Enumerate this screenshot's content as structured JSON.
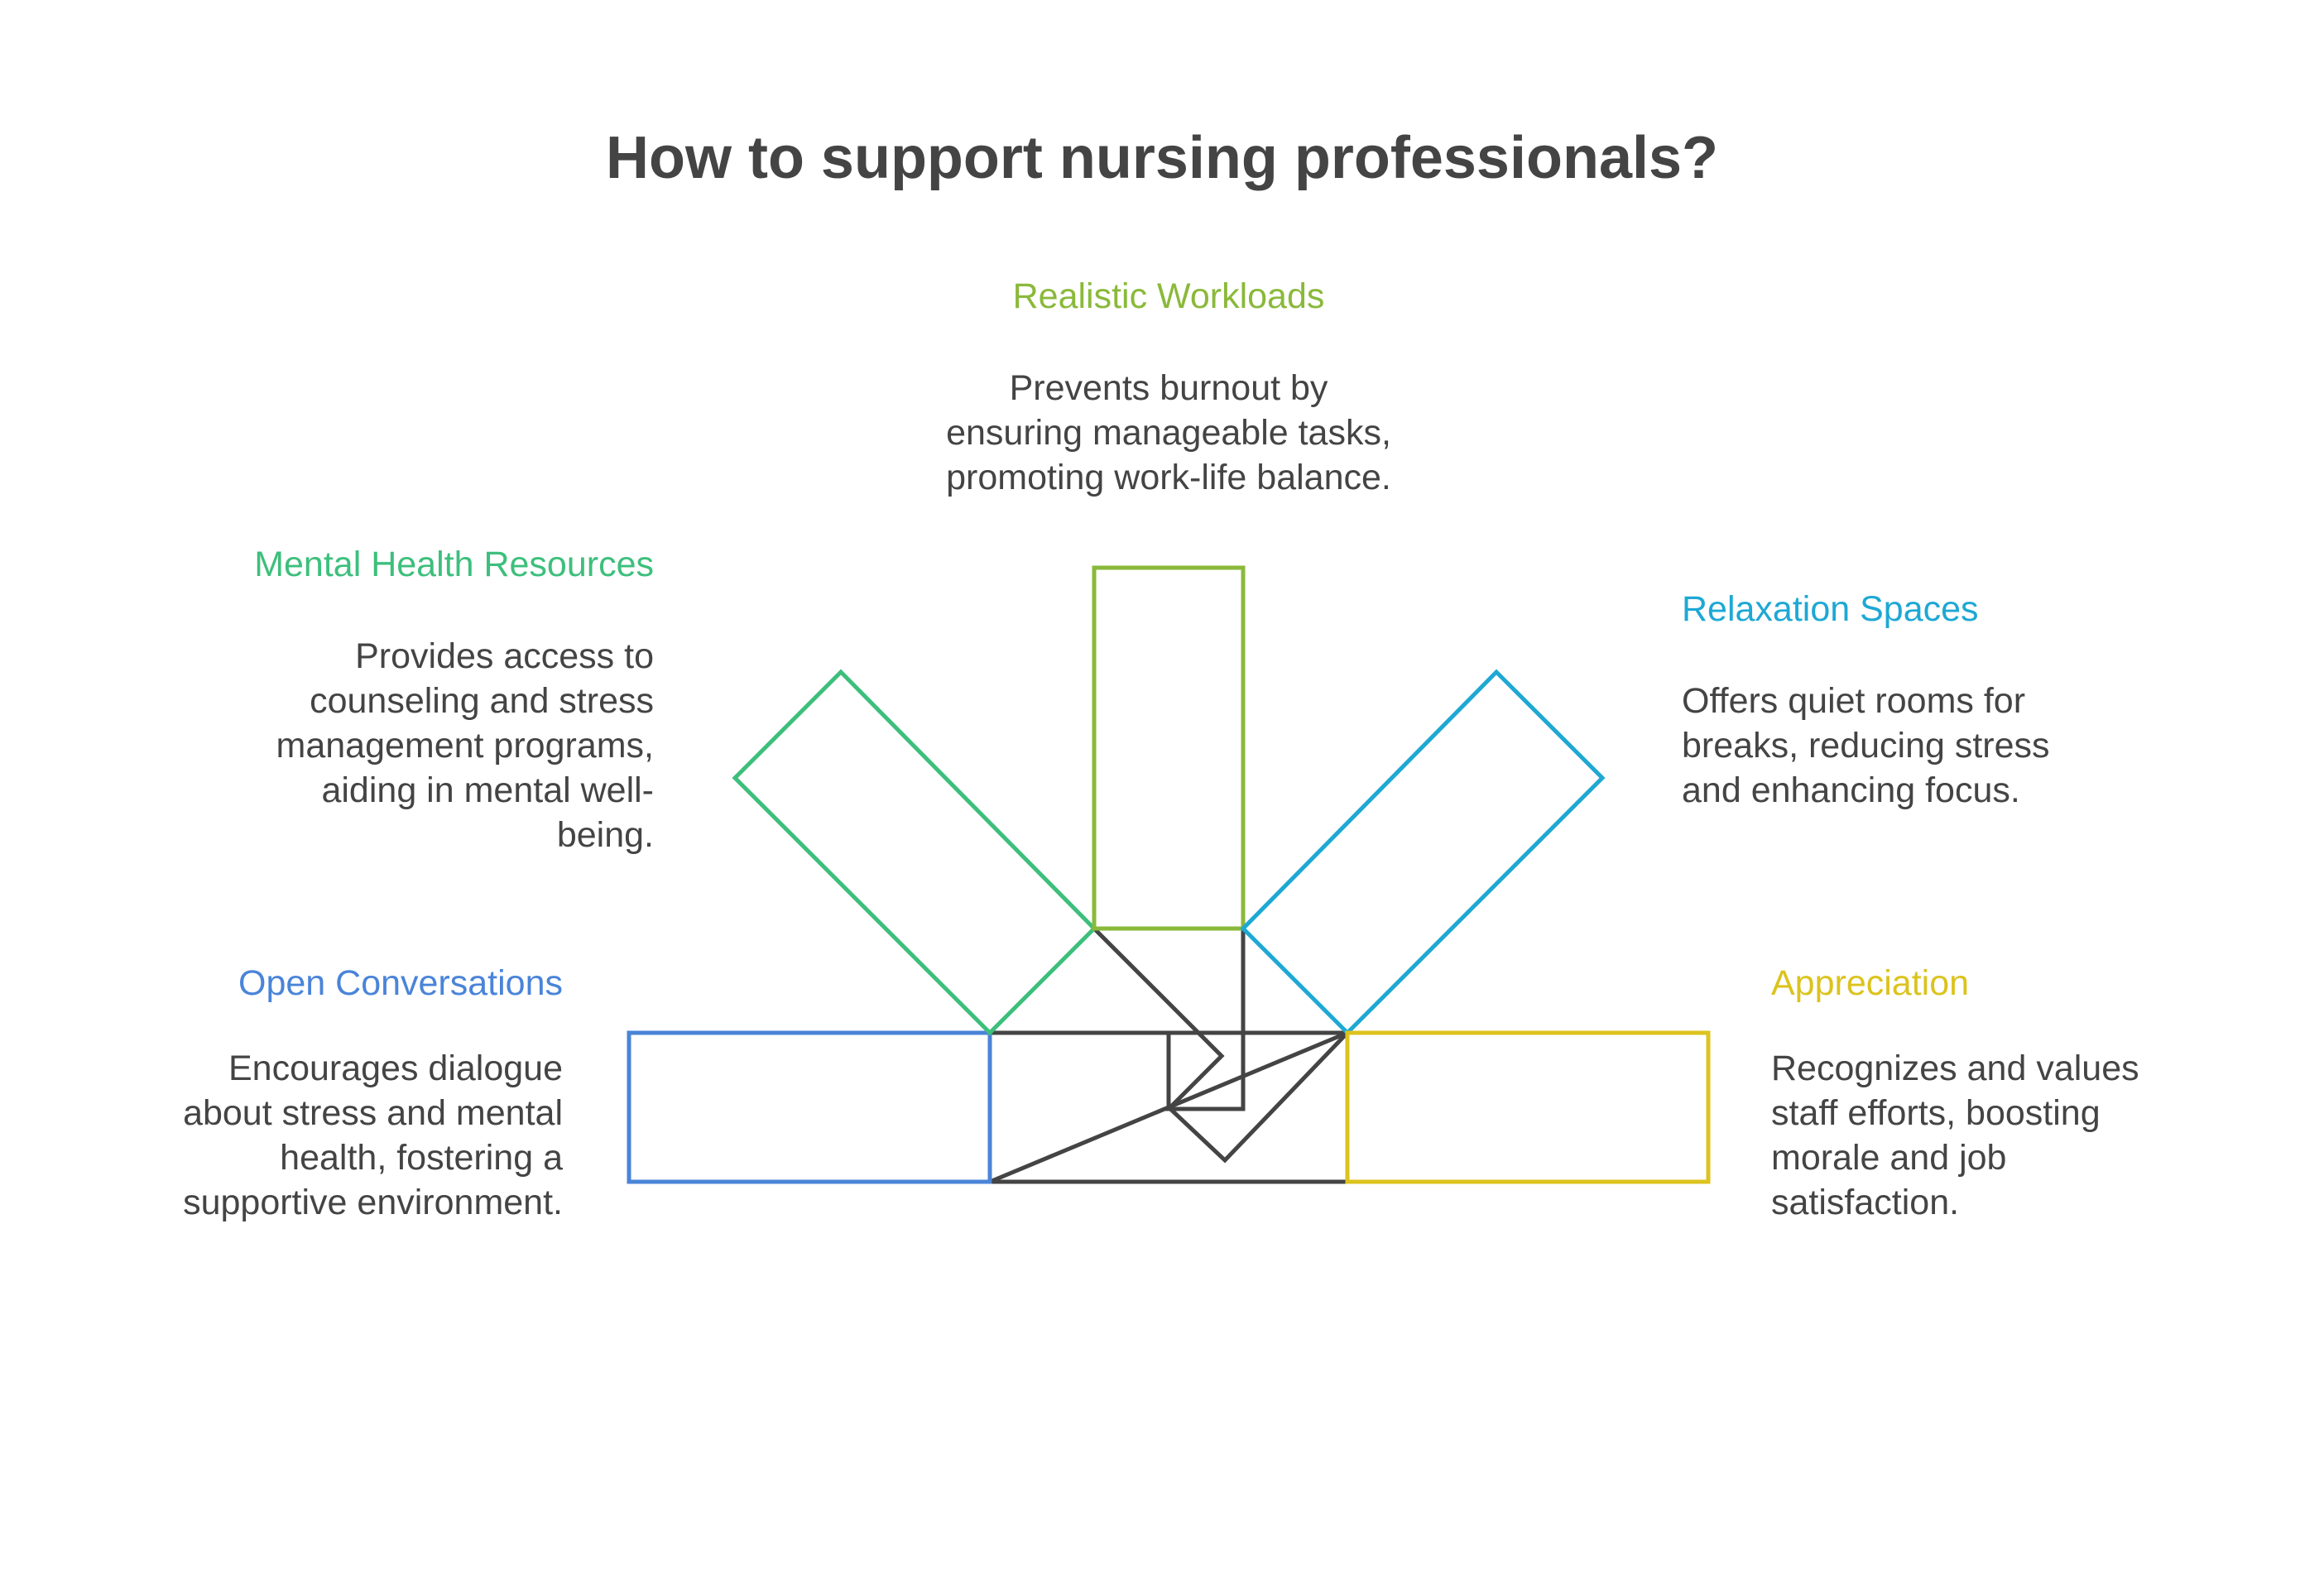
{
  "title": "How to support nursing professionals?",
  "colors": {
    "workloads": "#8ab93a",
    "mental": "#3dbf7c",
    "relaxation": "#1ea8d4",
    "open": "#4a84d8",
    "appreciation": "#dcc31e",
    "outline": "#444444",
    "text": "#444444"
  },
  "items": {
    "workloads": {
      "heading": "Realistic Workloads",
      "description": "Prevents burnout by\nensuring manageable tasks,\npromoting work-life balance."
    },
    "mental": {
      "heading": "Mental Health Resources",
      "description": "Provides access to\ncounseling and stress\nmanagement programs,\naiding in mental well-\nbeing."
    },
    "relaxation": {
      "heading": "Relaxation Spaces",
      "description": "Offers quiet rooms for\nbreaks, reducing stress\nand enhancing focus."
    },
    "open": {
      "heading": "Open Conversations",
      "description": "Encourages dialogue\nabout stress and mental\nhealth, fostering a\nsupportive environment."
    },
    "appreciation": {
      "heading": "Appreciation",
      "description": "Recognizes and values\nstaff efforts, boosting\nmorale and job\nsatisfaction."
    }
  }
}
